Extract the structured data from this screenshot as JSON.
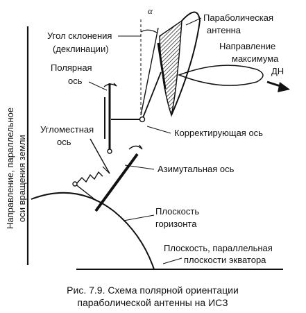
{
  "labels": {
    "angle_symbol": "α",
    "declination_line1": "Угол склонения",
    "declination_line2": "(деклинации)",
    "parabolic_line1": "Параболическая",
    "parabolic_line2": "антенна",
    "direction_line1": "Направление",
    "direction_line2": "максимума",
    "direction_line3": "ДН",
    "polar_line1": "Полярная",
    "polar_line2": "ось",
    "elevation_line1": "Угломестная",
    "elevation_line2": "ось",
    "correcting_axis": "Корректирующая ось",
    "azimuth_axis": "Азимутальная ось",
    "horizon_line1": "Плоскость",
    "horizon_line2": "горизонта",
    "equator_line1": "Плоскость, параллельная",
    "equator_line2": "плоскости экватора",
    "earth_axis_line1": "Направление, параллельное",
    "earth_axis_line2": "оси вращения земли"
  },
  "caption": {
    "line1": "Рис. 7.9. Схема полярной ориентации",
    "line2": "параболической антенны на ИСЗ"
  }
}
